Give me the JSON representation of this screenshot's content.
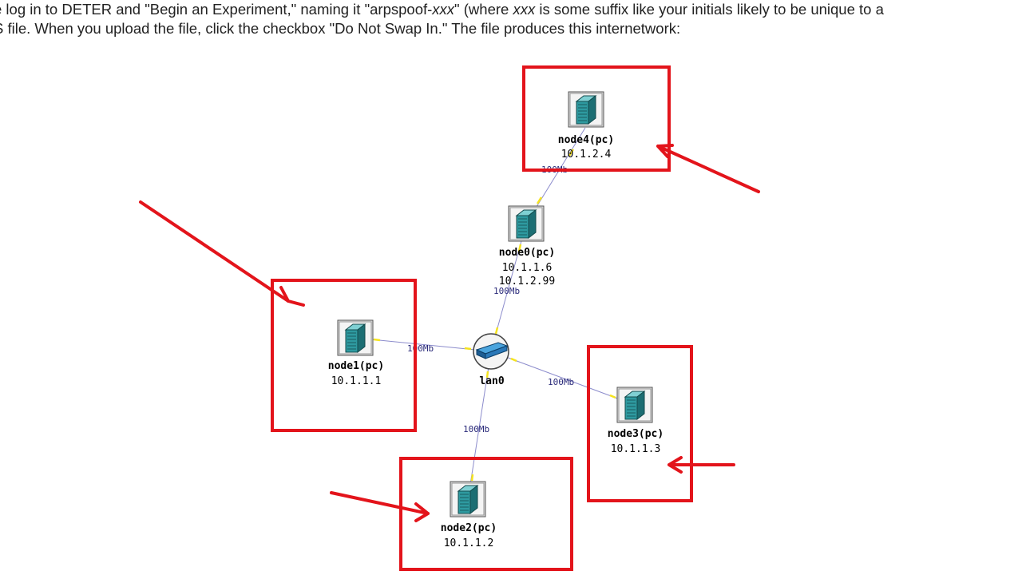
{
  "intro": {
    "line1_a": "e log in to DETER and \"Begin an Experiment,\" naming it \"arpspoof-",
    "line1_b": "xxx",
    "line1_c": "\" (where ",
    "line1_d": "xxx",
    "line1_e": " is some suffix like your initials likely to be unique to a",
    "line2": "S file. When you upload the file, click the checkbox \"Do Not Swap In.\" The file produces this internetwork:"
  },
  "diagram": {
    "nodes": {
      "node4": {
        "name": "node4(pc)",
        "ips": [
          "10.1.2.4"
        ]
      },
      "node0": {
        "name": "node0(pc)",
        "ips": [
          "10.1.1.6",
          "10.1.2.99"
        ]
      },
      "node1": {
        "name": "node1(pc)",
        "ips": [
          "10.1.1.1"
        ]
      },
      "node2": {
        "name": "node2(pc)",
        "ips": [
          "10.1.1.2"
        ]
      },
      "node3": {
        "name": "node3(pc)",
        "ips": [
          "10.1.1.3"
        ]
      },
      "lan0": {
        "name": "lan0"
      }
    },
    "links": {
      "node4_node0": "100Mb",
      "node0_lan0": "100Mb",
      "node1_lan0": "100Mb",
      "node3_lan0": "100Mb",
      "node2_lan0": "100Mb"
    },
    "colors": {
      "highlight": "#e3141b",
      "link": "#8c8ccc",
      "endpoint": "#f5e31e",
      "server_teal": "#2e8f95"
    }
  }
}
